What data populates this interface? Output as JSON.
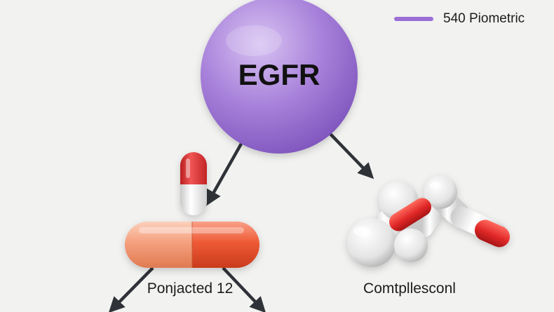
{
  "legend": {
    "label": "540 Piometric",
    "color": "#9b6fd6"
  },
  "nodes": {
    "receptor": {
      "label": "EGFR",
      "color": "#a67fd9",
      "icon": "receptor-sphere-icon"
    },
    "drug": {
      "icon": "capsule-icon",
      "colors": [
        "#f5a07e",
        "#ee5a35"
      ]
    },
    "small_capsule": {
      "icon": "capsule-icon",
      "colors": [
        "#e83535",
        "#ececec"
      ]
    },
    "molecule": {
      "icon": "molecule-icon",
      "colors": [
        "#e8e8e8",
        "#e02828"
      ]
    }
  },
  "captions": {
    "left": "Ponjacted 12",
    "right": "Comtpllesconl"
  },
  "arrow_color": "#2f3338"
}
